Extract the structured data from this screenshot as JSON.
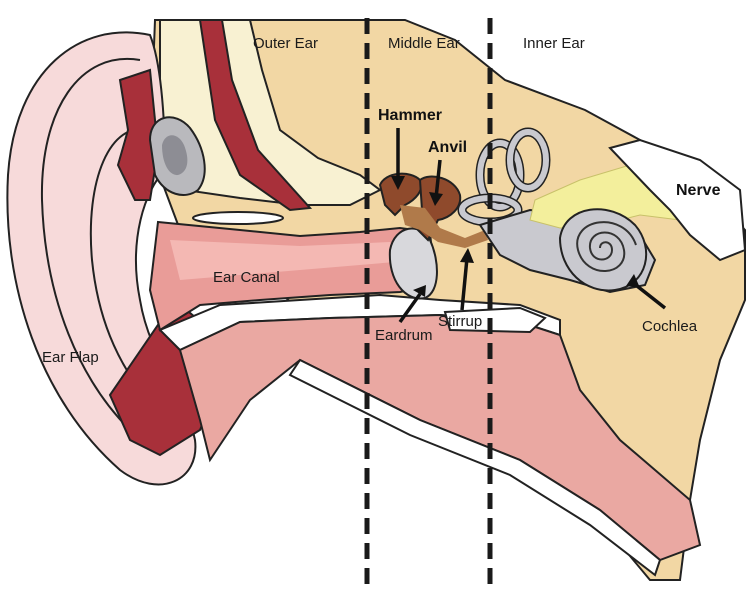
{
  "sections": {
    "outer": "Outer Ear",
    "middle": "Middle Ear",
    "inner": "Inner Ear"
  },
  "labels": {
    "hammer": "Hammer",
    "anvil": "Anvil",
    "nerve": "Nerve",
    "ear_canal": "Ear Canal",
    "eardrum": "Eardrum",
    "stirrup": "Stirrup",
    "cochlea": "Cochlea",
    "ear_flap": "Ear Flap"
  },
  "colors": {
    "tissue": "#f2d7a4",
    "skin": "#f7dada",
    "canal": "#e99c98",
    "cartilage": "#a8303a",
    "bone": "#f8f1d2",
    "ossicles": "#8f4a2c",
    "cochlea": "#c9c9cf",
    "nerve": "#f3ef9c",
    "outline": "#222222"
  }
}
